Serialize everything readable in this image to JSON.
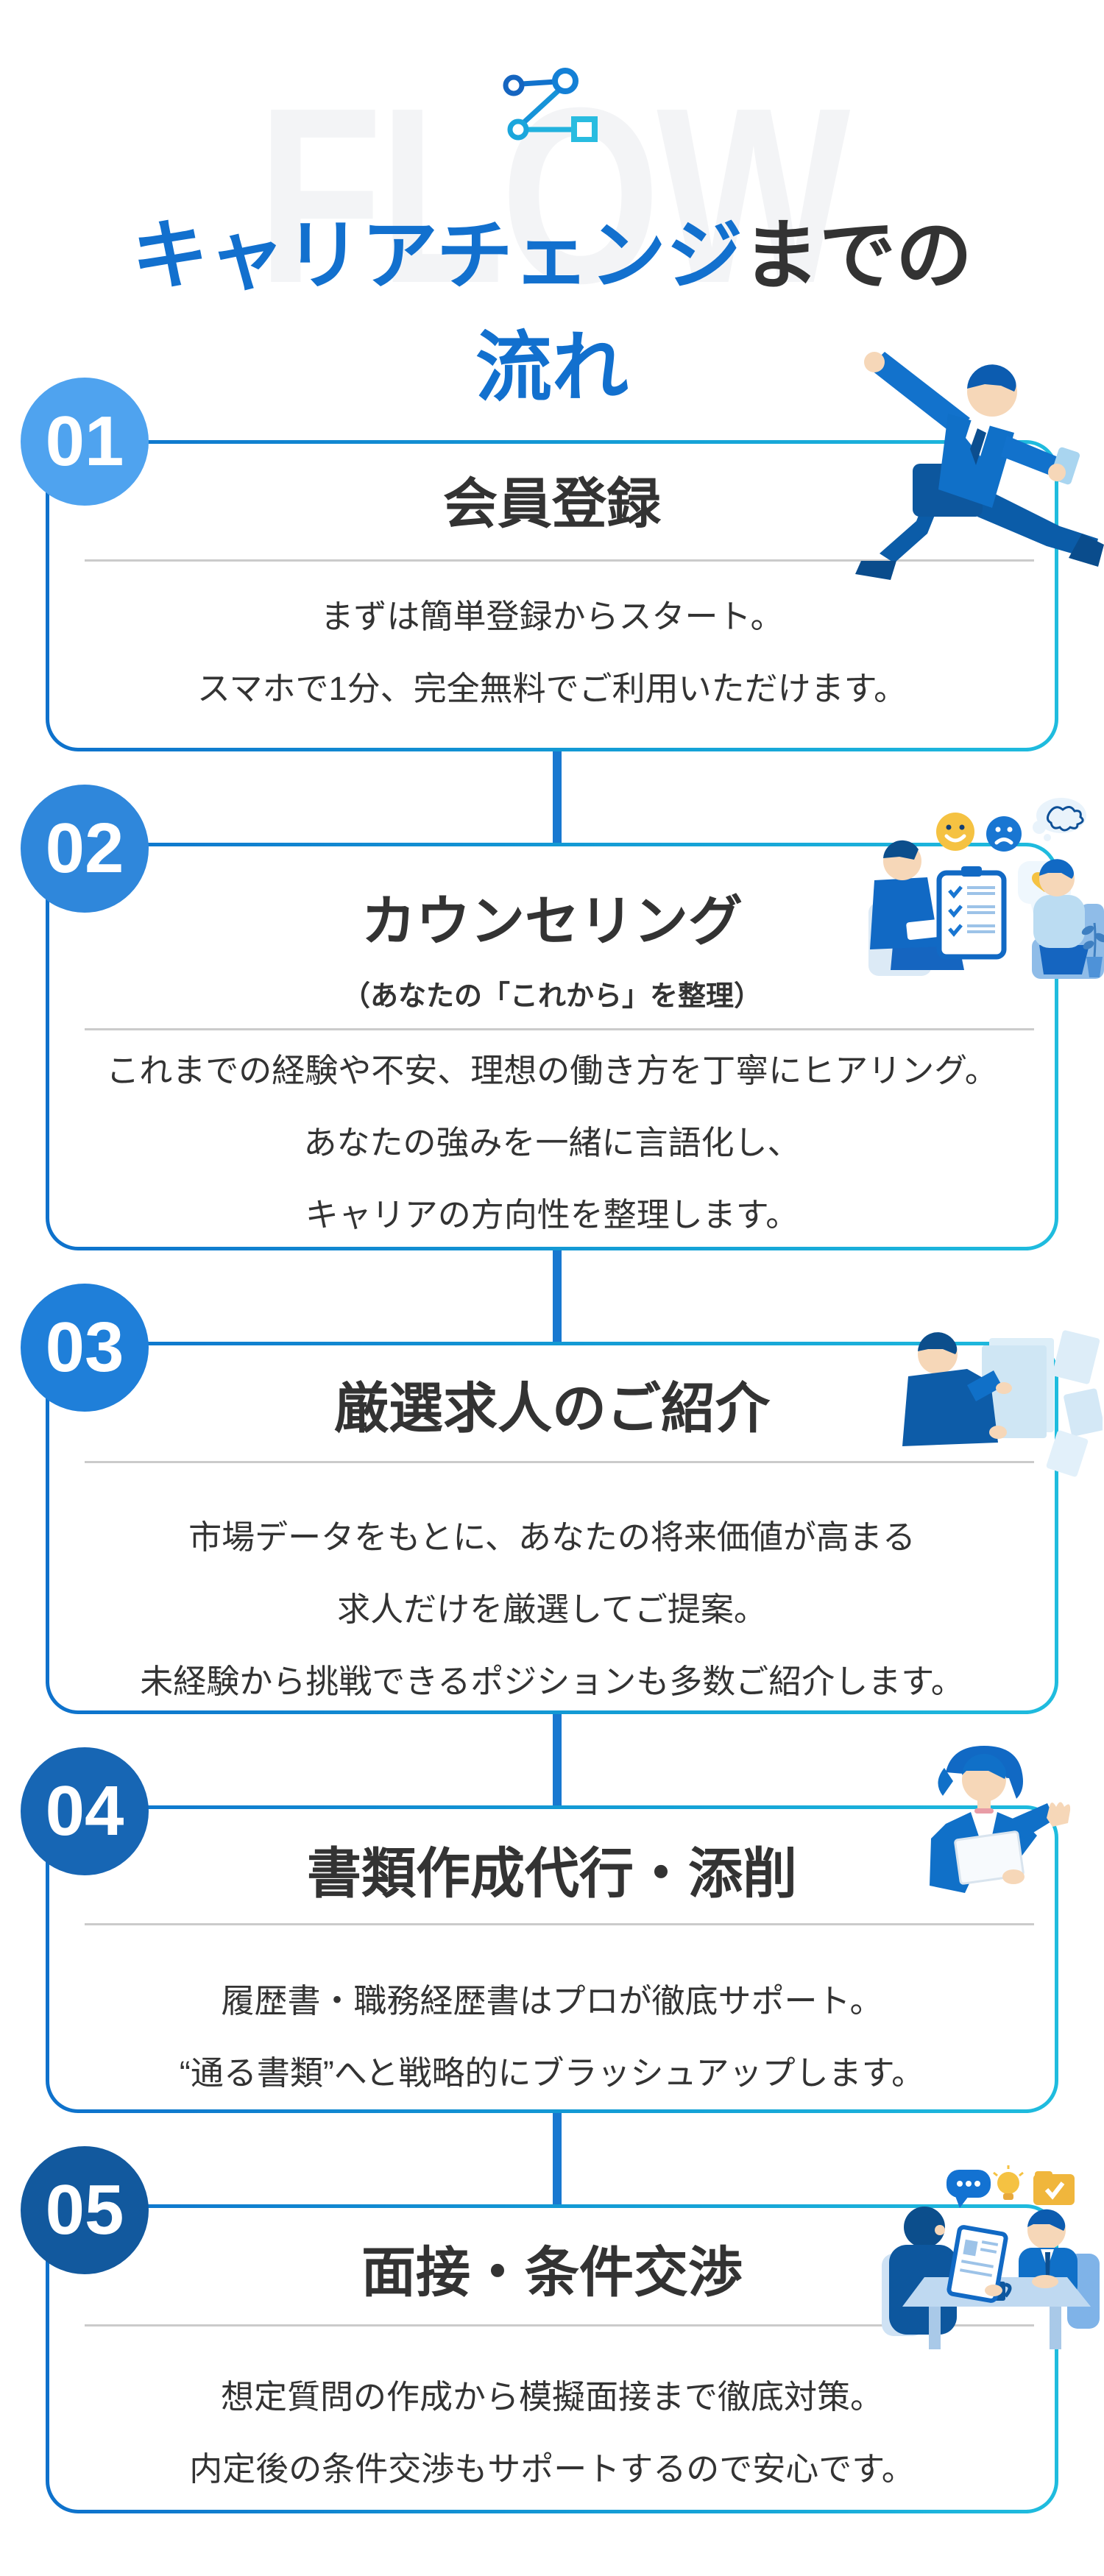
{
  "page": {
    "background": "#ffffff",
    "accent_blue": "#1270CE",
    "cyan_accent": "#1FBCDE",
    "text_dark": "#333333",
    "connector_color": "#1878D0",
    "divider_color": "#cbcbcb"
  },
  "header": {
    "watermark": "FLOW",
    "icon": "flowchart-icon",
    "title_highlight": "キャリアチェンジ",
    "title_rest": "までの",
    "title_line2": "流れ"
  },
  "steps": [
    {
      "number": "01",
      "circle_color": "#4FA3EF",
      "title": "会員登録",
      "body": [
        "まずは簡単登録からスタート。",
        "スマホで1分、完全無料でご利用いただけます。"
      ],
      "illustration": "running-businessman"
    },
    {
      "number": "02",
      "circle_color": "#2F87DB",
      "title": "カウンセリング",
      "subtitle": "（あなたの「これから」を整理）",
      "body": [
        "これまでの経験や不安、理想の働き方を丁寧にヒアリング。",
        "あなたの強みを一緒に言語化し、",
        "キャリアの方向性を整理します。"
      ],
      "illustration": "counseling-session"
    },
    {
      "number": "03",
      "circle_color": "#1F7FD9",
      "title": "厳選求人のご紹介",
      "body": [
        "市場データをもとに、あなたの将来価値が高まる",
        "求人だけを厳選してご提案。",
        "未経験から挑戦できるポジションも多数ご紹介します。"
      ],
      "illustration": "businessman-with-documents"
    },
    {
      "number": "04",
      "circle_color": "#1766B4",
      "title": "書類作成代行・添削",
      "body": [
        "履歴書・職務経歴書はプロが徹底サポート。",
        "“通る書類”へと戦略的にブラッシュアップします。"
      ],
      "illustration": "businesswoman-presenting"
    },
    {
      "number": "05",
      "circle_color": "#12599E",
      "title": "面接・条件交渉",
      "body": [
        "想定質問の作成から模擬面接まで徹底対策。",
        "内定後の条件交渉もサポートするので安心です。"
      ],
      "illustration": "interview-negotiation"
    }
  ]
}
